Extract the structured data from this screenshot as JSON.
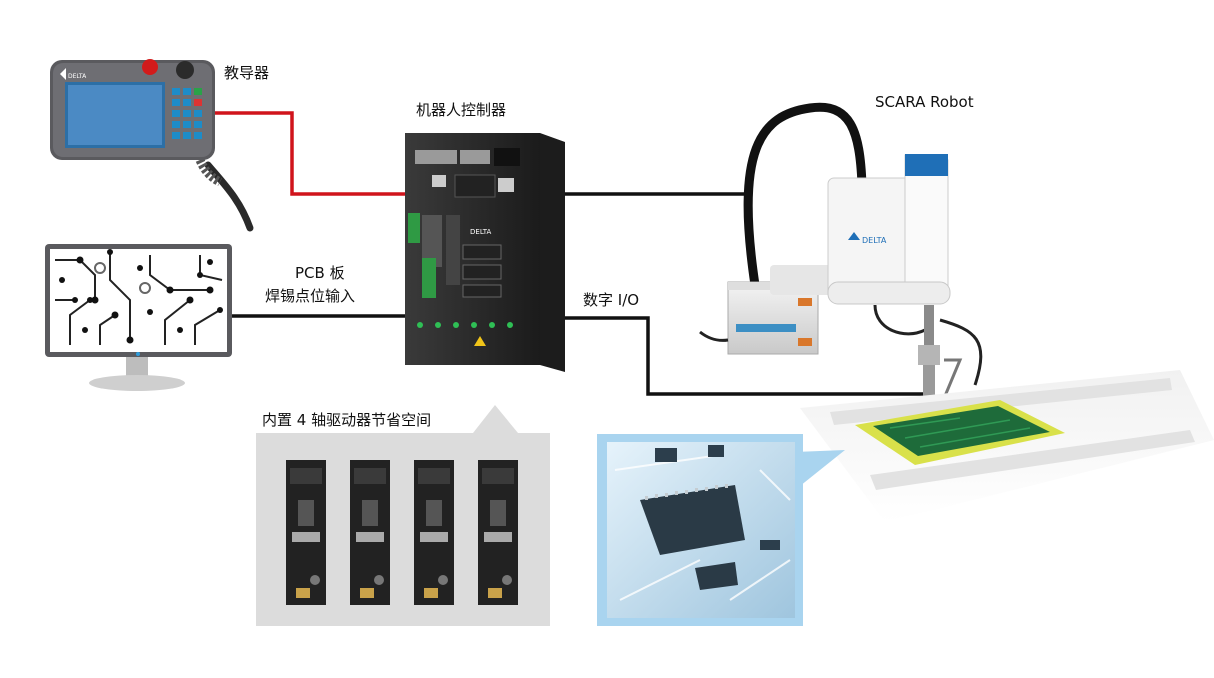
{
  "labels": {
    "teach_pendant": "教导器",
    "robot_controller": "机器人控制器",
    "scara_robot": "SCARA Robot",
    "pcb_input_line1": "PCB 板",
    "pcb_input_line2": "焊锡点位输入",
    "digital_io": "数字 I/O",
    "built_in_drives": "内置 4 轴驱动器节省空间"
  },
  "brand": {
    "logo_text": "DELTA"
  },
  "colors": {
    "pendant_link": "#d0141c",
    "cable": "#111111",
    "callout_gray": "#dcdcdc",
    "callout_blue": "#a9d4ef",
    "pcb_green": "#1e6b3a",
    "pcb_frame": "#d9e14a"
  }
}
